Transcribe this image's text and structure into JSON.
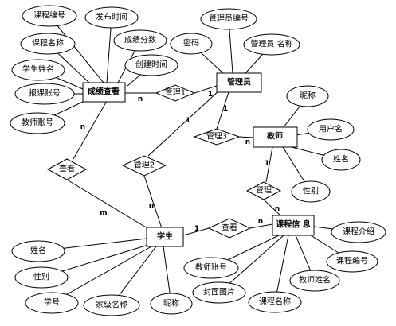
{
  "entities": {
    "score_query": "成绩查看",
    "admin": "管理员",
    "teacher": "教师",
    "student": "学生",
    "course_info": "课程信 息"
  },
  "relationships": {
    "manage1": "管理1",
    "manage2": "管理2",
    "manage3": "管理3",
    "manage_tc": "管理",
    "view_ss": "查看",
    "view_sc": "查看"
  },
  "attributes": {
    "score_course_no": "课程编号",
    "score_publish_time": "发布时间",
    "score_course_name": "课程名称",
    "score_grade": "成绩分数",
    "score_student_name": "学生姓名",
    "score_create_time": "创建时间",
    "score_student_account": "报课账号",
    "score_teacher_account": "教师账号",
    "admin_no": "管理员编号",
    "admin_password": "密码",
    "admin_name": "管理员 名称",
    "teacher_nickname": "昵称",
    "teacher_username": "用户名",
    "teacher_name": "姓名",
    "teacher_gender": "性别",
    "course_intro": "课程介绍",
    "course_no": "课程编号",
    "course_teacher_name": "教师姓名",
    "course_name": "课程名称",
    "course_cover": "封面图片",
    "course_teacher_account": "教师账号",
    "student_name": "姓名",
    "student_gender": "性别",
    "student_no": "学号",
    "student_class": "家级名称",
    "student_nickname": "昵称"
  },
  "cardinalities": {
    "n_score_manage1": "n",
    "one_admin_manage1": "1",
    "one_admin_manage2": "1",
    "one_admin_manage3": "1",
    "n_teacher_manage3": "n",
    "n_score_view": "n",
    "m_student_view": "m",
    "n_student_manage2": "n",
    "one_teacher_manage": "1",
    "n_course_manage": "n",
    "one_student_view": "1",
    "n_course_view": "n"
  }
}
